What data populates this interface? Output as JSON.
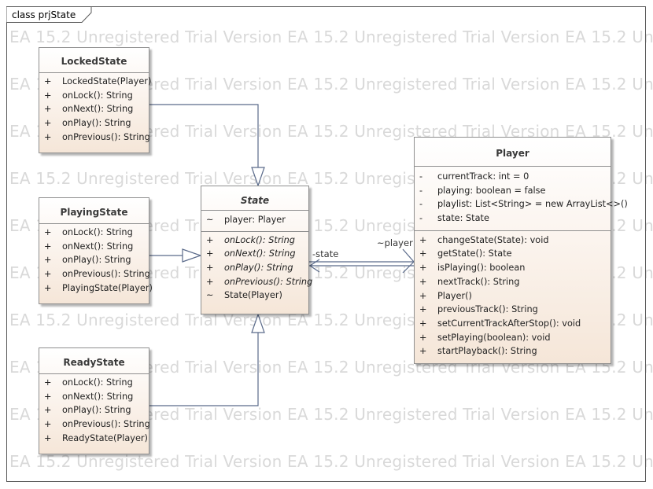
{
  "diagram": {
    "frame_label": "class prjState",
    "watermark": "EA 15.2 Unregistered Trial Version EA 15.2 Unregistered Trial Version EA 15.2 Unregistered Trial Version"
  },
  "classes": {
    "locked_state": {
      "name": "LockedState",
      "operations": [
        {
          "vis": "+",
          "text": "LockedState(Player)"
        },
        {
          "vis": "+",
          "text": "onLock(): String"
        },
        {
          "vis": "+",
          "text": "onNext(): String"
        },
        {
          "vis": "+",
          "text": "onPlay(): String"
        },
        {
          "vis": "+",
          "text": "onPrevious(): String"
        }
      ]
    },
    "playing_state": {
      "name": "PlayingState",
      "operations": [
        {
          "vis": "+",
          "text": "onLock(): String"
        },
        {
          "vis": "+",
          "text": "onNext(): String"
        },
        {
          "vis": "+",
          "text": "onPlay(): String"
        },
        {
          "vis": "+",
          "text": "onPrevious(): String"
        },
        {
          "vis": "+",
          "text": "PlayingState(Player)"
        }
      ]
    },
    "ready_state": {
      "name": "ReadyState",
      "operations": [
        {
          "vis": "+",
          "text": "onLock(): String"
        },
        {
          "vis": "+",
          "text": "onNext(): String"
        },
        {
          "vis": "+",
          "text": "onPlay(): String"
        },
        {
          "vis": "+",
          "text": "onPrevious(): String"
        },
        {
          "vis": "+",
          "text": "ReadyState(Player)"
        }
      ]
    },
    "state": {
      "name": "State",
      "attributes": [
        {
          "vis": "~",
          "text": "player: Player"
        }
      ],
      "operations": [
        {
          "vis": "+",
          "text": "onLock(): String"
        },
        {
          "vis": "+",
          "text": "onNext(): String"
        },
        {
          "vis": "+",
          "text": "onPlay(): String"
        },
        {
          "vis": "+",
          "text": "onPrevious(): String"
        },
        {
          "vis": "~",
          "text": "State(Player)"
        }
      ]
    },
    "player": {
      "name": "Player",
      "attributes": [
        {
          "vis": "-",
          "text": "currentTrack: int = 0"
        },
        {
          "vis": "-",
          "text": "playing: boolean = false"
        },
        {
          "vis": "-",
          "text": "playlist: List<String> = new ArrayList<>()"
        },
        {
          "vis": "-",
          "text": "state: State"
        }
      ],
      "operations": [
        {
          "vis": "+",
          "text": "changeState(State): void"
        },
        {
          "vis": "+",
          "text": "getState(): State"
        },
        {
          "vis": "+",
          "text": "isPlaying(): boolean"
        },
        {
          "vis": "+",
          "text": "nextTrack(): String"
        },
        {
          "vis": "+",
          "text": "Player()"
        },
        {
          "vis": "+",
          "text": "previousTrack(): String"
        },
        {
          "vis": "+",
          "text": "setCurrentTrackAfterStop(): void"
        },
        {
          "vis": "+",
          "text": "setPlaying(boolean): void"
        },
        {
          "vis": "+",
          "text": "startPlayback(): String"
        }
      ]
    }
  },
  "associations": {
    "state_role": "-state",
    "player_role": "~player"
  },
  "colors": {
    "line": "#5a6a8a",
    "box_border": "#8e8e8e",
    "box_fill_bottom": "#f5e6d8",
    "watermark": "#d9d9d9"
  }
}
